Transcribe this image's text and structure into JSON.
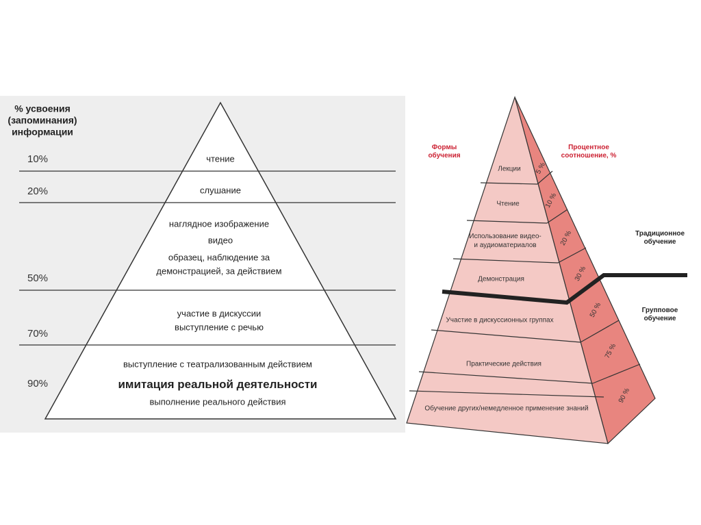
{
  "left_pyramid": {
    "axis_title": "% усвоения\n(запоминания)\nинформации",
    "levels": [
      {
        "pct": "10%",
        "lines": [
          "чтение"
        ]
      },
      {
        "pct": "20%",
        "lines": [
          "слушание"
        ]
      },
      {
        "pct": "50%",
        "lines": [
          "наглядное изображение",
          "видео",
          "образец, наблюдение за",
          "демонстрацией, за действием"
        ]
      },
      {
        "pct": "70%",
        "lines": [
          "участие в дискуссии",
          "выступление с речью"
        ]
      },
      {
        "pct": "90%",
        "lines": [
          "выступление с театрализованным действием",
          "имитация реальной деятельности",
          "выполнение реального действия"
        ]
      }
    ]
  },
  "right_pyramid": {
    "header_forms": "Формы\nобучения",
    "header_percent": "Процентное\nсоотношение, %",
    "traditional_label": "Традиционное\nобучение",
    "group_label": "Групповое\nобучение",
    "levels": [
      {
        "label": "Лекции",
        "pct": "5 %"
      },
      {
        "label": "Чтение",
        "pct": "10 %"
      },
      {
        "label": "Использование видео-\nи аудиоматериалов",
        "pct": "20 %"
      },
      {
        "label": "Демонстрация",
        "pct": "30 %"
      },
      {
        "label": "Участие в дискуссионных группах",
        "pct": "50 %"
      },
      {
        "label": "Практические действия",
        "pct": "75 %"
      },
      {
        "label": "Обучение других/немедленное применение знаний",
        "pct": "90 %"
      }
    ],
    "colors": {
      "front": "#f4c9c5",
      "side": "#e8857f",
      "divider": "#222222"
    }
  }
}
